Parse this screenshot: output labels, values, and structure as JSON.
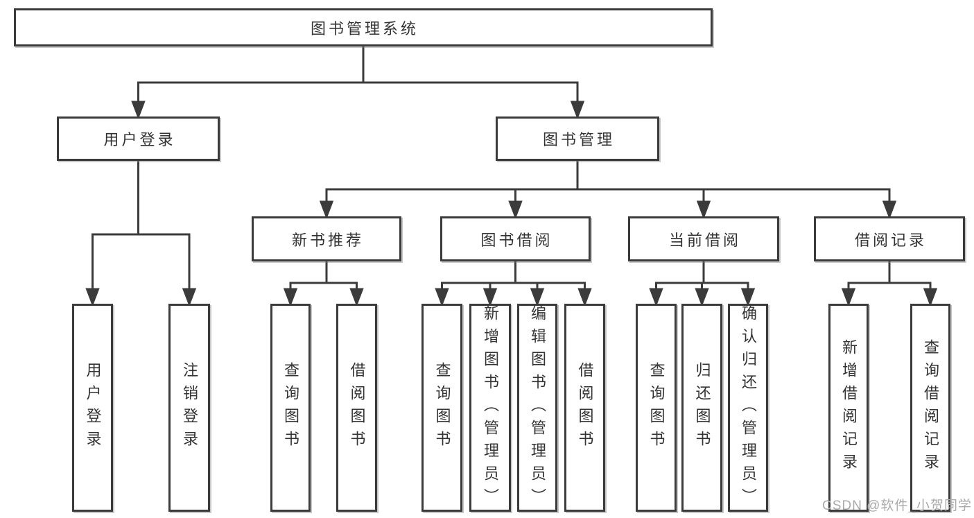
{
  "colors": {
    "line": "#3b3b3b",
    "text": "#333333",
    "background": "#ffffff",
    "watermark": "#aaaaaa"
  },
  "watermark": {
    "text": "CSDN @软件_小贺同学"
  },
  "tree": {
    "label": "图书管理系统",
    "children": [
      {
        "label": "用户登录",
        "children": [
          {
            "label": "用户登录"
          },
          {
            "label": "注销登录"
          }
        ]
      },
      {
        "label": "图书管理",
        "children": [
          {
            "label": "新书推荐",
            "children": [
              {
                "label": "查询图书"
              },
              {
                "label": "借阅图书"
              }
            ]
          },
          {
            "label": "图书借阅",
            "children": [
              {
                "label": "查询图书"
              },
              {
                "label": "新增图书（管理员）"
              },
              {
                "label": "编辑图书（管理员）"
              },
              {
                "label": "借阅图书"
              }
            ]
          },
          {
            "label": "当前借阅",
            "children": [
              {
                "label": "查询图书"
              },
              {
                "label": "归还图书"
              },
              {
                "label": "确认归还（管理员）"
              }
            ]
          },
          {
            "label": "借阅记录",
            "children": [
              {
                "label": "新增借阅记录"
              },
              {
                "label": "查询借阅记录"
              }
            ]
          }
        ]
      }
    ]
  }
}
